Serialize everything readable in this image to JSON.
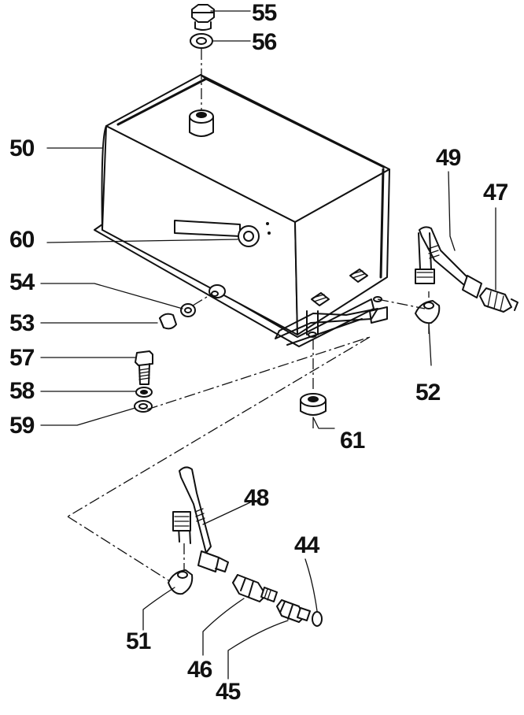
{
  "callouts": {
    "c44": "44",
    "c45": "45",
    "c46": "46",
    "c47": "47",
    "c48": "48",
    "c49": "49",
    "c50": "50",
    "c51": "51",
    "c52": "52",
    "c53": "53",
    "c54": "54",
    "c55": "55",
    "c56": "56",
    "c57": "57",
    "c58": "58",
    "c59": "59",
    "c60": "60",
    "c61": "61"
  },
  "colors": {
    "ink": "#111111",
    "paper": "#ffffff"
  }
}
